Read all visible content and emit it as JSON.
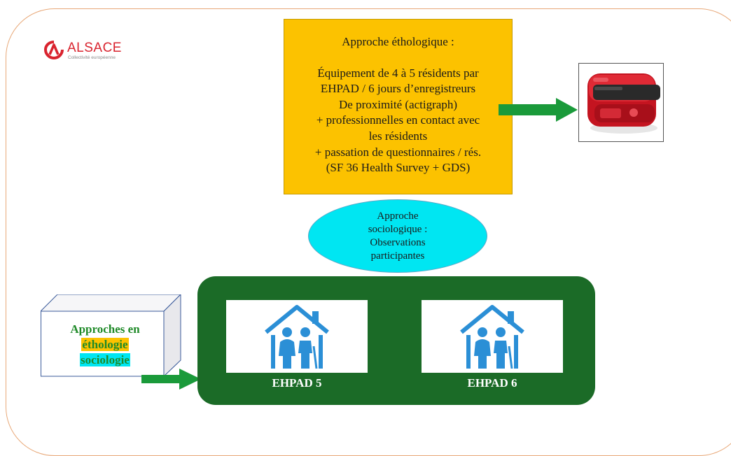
{
  "logo": {
    "name": "ALSACE",
    "subtitle": "Collectivité européenne",
    "color": "#d9232e"
  },
  "ethology_box": {
    "title": "Approche éthologique :",
    "lines": [
      "Équipement de 4 à 5 résidents par",
      "EHPAD / 6 jours d’enregistreurs",
      "De proximité (actigraph)",
      "+ professionnelles en contact avec",
      "les résidents",
      "+ passation de questionnaires / rés.",
      "(SF 36 Health Survey + GDS)"
    ],
    "color": "#fcc200"
  },
  "sociology_ellipse": {
    "lines": [
      "Approche",
      "sociologique :",
      "Observations",
      "participantes"
    ],
    "color": "#00e6f2"
  },
  "approaches_cube": {
    "line1": "Approches en",
    "line2": "éthologie",
    "line3": "sociologie"
  },
  "ehpad_panel": {
    "color": "#1b6b27",
    "units": [
      {
        "label": "EHPAD 5",
        "icon": "care-home-icon"
      },
      {
        "label": "EHPAD 6",
        "icon": "care-home-icon"
      }
    ]
  },
  "arrow_color": "#1a9a3a",
  "device_icon": "actigraph-device-icon"
}
